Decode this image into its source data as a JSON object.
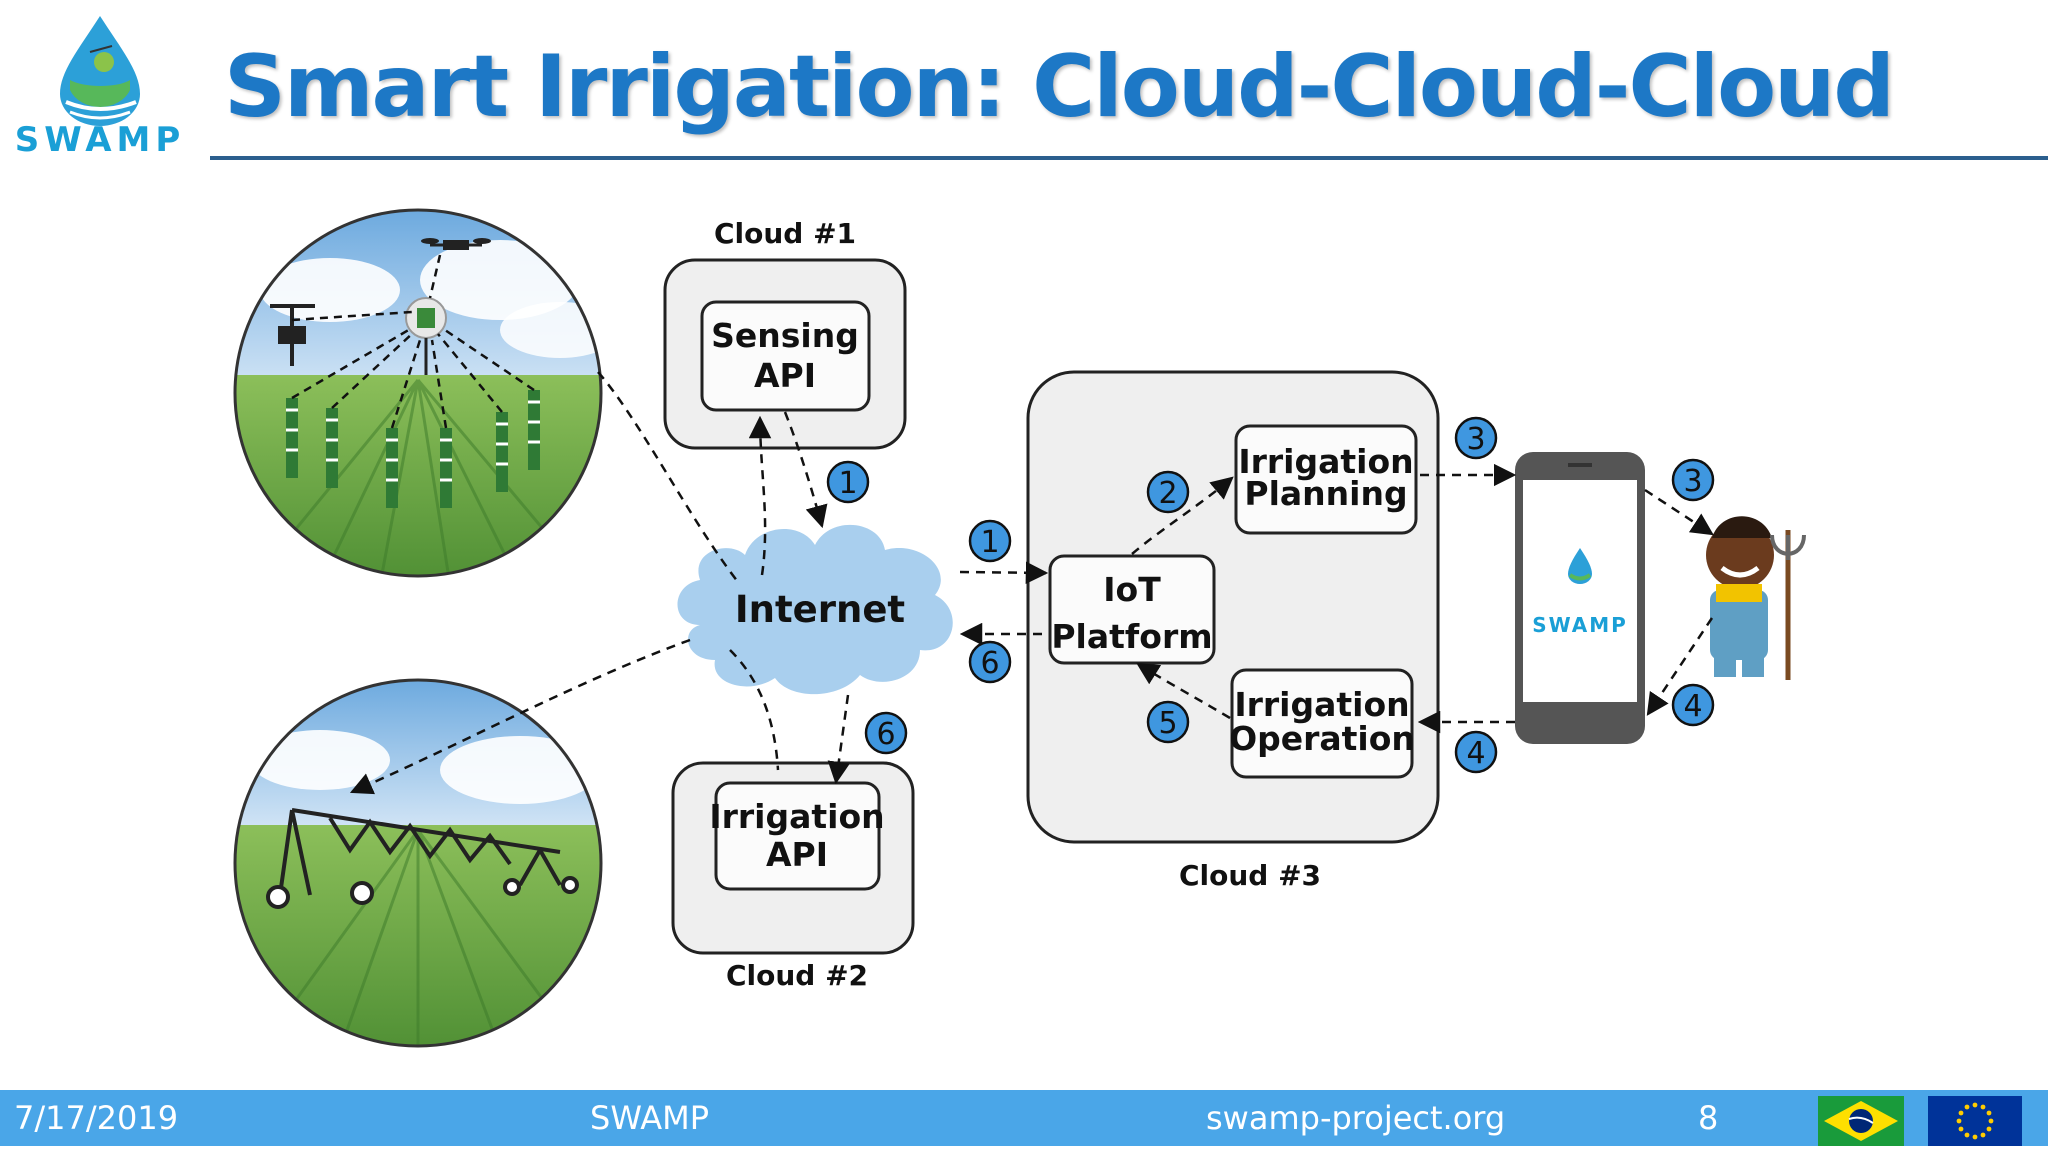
{
  "brand": {
    "name": "SWAMP"
  },
  "slide": {
    "title": "Smart Irrigation: Cloud-Cloud-Cloud"
  },
  "diagram": {
    "cloud1": {
      "label": "Cloud #1",
      "service_line1": "Sensing",
      "service_line2": "API"
    },
    "cloud2": {
      "label": "Cloud #2",
      "service_line1": "Irrigation",
      "service_line2": "API"
    },
    "cloud3": {
      "label": "Cloud #3",
      "iot_line1": "IoT",
      "iot_line2": "Platform",
      "planning_line1": "Irrigation",
      "planning_line2": "Planning",
      "operation_line1": "Irrigation",
      "operation_line2": "Operation"
    },
    "internet": {
      "label": "Internet"
    },
    "app_brand": "SWAMP",
    "step_numbers": [
      "1",
      "1",
      "2",
      "3",
      "3",
      "4",
      "4",
      "5",
      "6",
      "6"
    ]
  },
  "footer": {
    "date": "7/17/2019",
    "center": "SWAMP",
    "url": "swamp-project.org",
    "page_number": "8"
  },
  "colors": {
    "title_blue": "#1d78c6",
    "footer_bar": "#4aa6e8",
    "step_badge": "#3f97e0",
    "internet_cloud": "#a9cfee"
  },
  "flags": [
    "brazil-flag",
    "eu-flag"
  ]
}
